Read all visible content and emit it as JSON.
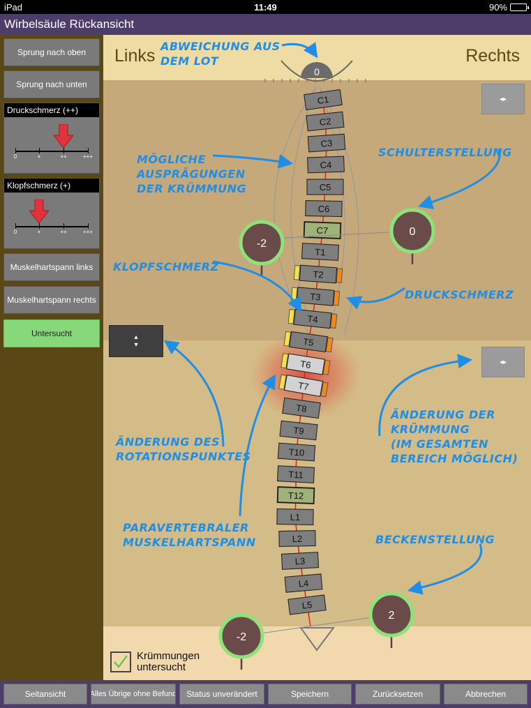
{
  "status_bar": {
    "device": "iPad",
    "time": "11:49",
    "battery": "90%",
    "battery_level": 0.9
  },
  "title": "Wirbelsäule Rückansicht",
  "sidebar": {
    "jump_up": "Sprung nach oben",
    "jump_down": "Sprung nach unten",
    "pressure_pain": {
      "label": "Druckschmerz (++)",
      "ticks": [
        "0",
        "+",
        "++",
        "+++"
      ],
      "level_index": 2
    },
    "tap_pain": {
      "label": "Klopfschmerz (+)",
      "ticks": [
        "0",
        "+",
        "++",
        "+++"
      ],
      "level_index": 1
    },
    "muscle_left": "Muskelhartspann links",
    "muscle_right": "Muskelhartspann rechts",
    "examined": "Untersucht"
  },
  "canvas": {
    "left_label": "Links",
    "right_label": "Rechts",
    "plumb_value": "0",
    "shoulder_left": "-2",
    "shoulder_right": "0",
    "pelvis_left": "-2",
    "pelvis_right": "2",
    "curvature_checked_label_line1": "Krümmungen",
    "curvature_checked_label_line2": "untersucht",
    "curvature_checked": true,
    "vertebrae": [
      "C1",
      "C2",
      "C3",
      "C4",
      "C5",
      "C6",
      "C7",
      "T1",
      "T2",
      "T3",
      "T4",
      "T5",
      "T6",
      "T7",
      "T8",
      "T9",
      "T10",
      "T11",
      "T12",
      "L1",
      "L2",
      "L3",
      "L4",
      "L5"
    ],
    "highlighted_vertebrae": [
      "C7",
      "T12"
    ],
    "selected_vertebrae": [
      "T6",
      "T7"
    ],
    "annotations": {
      "plumb": [
        "Abweichung aus",
        "dem Lot"
      ],
      "curvature_options": [
        "Mögliche",
        "Ausprägungen",
        "der Krümmung"
      ],
      "shoulder": [
        "Schulterstellung"
      ],
      "tap_pain": [
        "Klopfschmerz"
      ],
      "pressure_pain": [
        "Druckschmerz"
      ],
      "rotation_point": [
        "Änderung des",
        "Rotationspunktes"
      ],
      "curvature_change": [
        "Änderung der",
        "Krümmung",
        "(im gesamten",
        "Bereich möglich)"
      ],
      "paravertebral": [
        "Paravertebraler",
        "Muskelhartspann"
      ],
      "pelvis": [
        "Beckenstellung"
      ]
    }
  },
  "toolbar": {
    "side_view": "Seitansicht",
    "rest_normal": "Alles Übrige ohne Befund",
    "status_unchanged": "Status unverändert",
    "save": "Speichern",
    "reset": "Zurücksetzen",
    "cancel": "Abbrechen"
  }
}
